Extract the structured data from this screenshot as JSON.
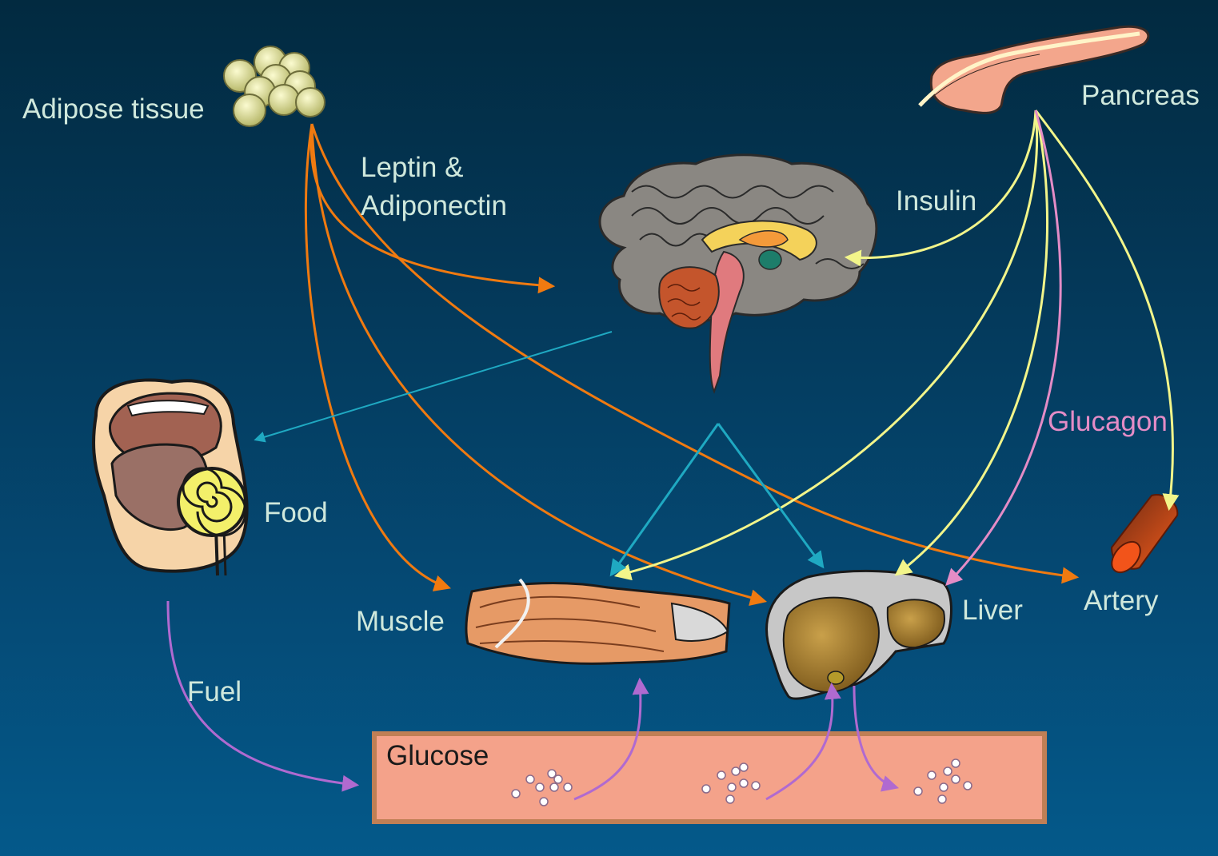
{
  "labels": {
    "adipose": "Adipose tissue",
    "pancreas": "Pancreas",
    "leptin_line1": "Leptin &",
    "leptin_line2": "Adiponectin",
    "insulin": "Insulin",
    "glucagon": "Glucagon",
    "food": "Food",
    "muscle": "Muscle",
    "liver": "Liver",
    "artery": "Artery",
    "fuel": "Fuel",
    "glucose": "Glucose"
  },
  "colors": {
    "background_top": "#022a40",
    "background_bottom": "#04598a",
    "label_text": "#cfe8dc",
    "leptin_arrows": "#f07a10",
    "insulin_arrows": "#f2f58a",
    "glucagon_arrow": "#e48cc6",
    "brain_signal_arrows": "#1fa9c2",
    "fuel_glucose_arrows": "#b06ad0",
    "vessel_fill": "#f4a28a",
    "vessel_border": "#c07f55"
  },
  "icons": [
    "adipose-cells-icon",
    "pancreas-icon",
    "brain-icon",
    "mouth-with-lollipop-icon",
    "muscle-icon",
    "liver-icon",
    "artery-icon",
    "glucose-molecules-icon"
  ]
}
